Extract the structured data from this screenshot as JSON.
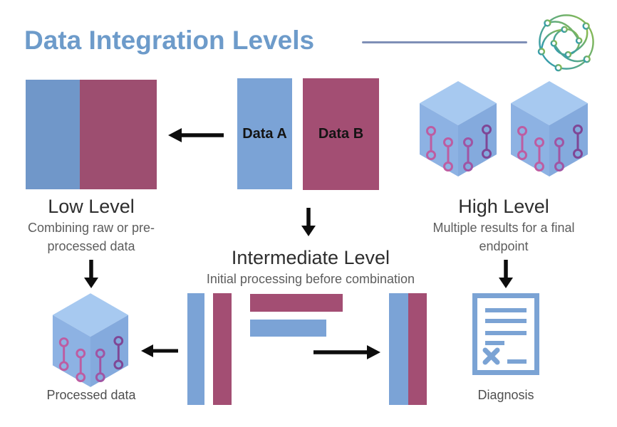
{
  "header": {
    "title": "Data Integration Levels"
  },
  "source_blocks": {
    "data_a": "Data A",
    "data_b": "Data B"
  },
  "levels": {
    "low": {
      "title": "Low Level",
      "description": "Combining raw or pre-processed data"
    },
    "intermediate": {
      "title": "Intermediate Level",
      "description": "Initial processing before combination"
    },
    "high": {
      "title": "High Level",
      "description": "Multiple results for a final endpoint"
    }
  },
  "outputs": {
    "processed": "Processed data",
    "diagnosis": "Diagnosis"
  },
  "icons": {
    "logo": "network-circle-icon",
    "cubes": "data-cube-icon",
    "document": "diagnosis-report-icon",
    "arrows": "flow-arrow-icon"
  },
  "colors": {
    "title_blue": "#6d9bca",
    "divider": "#7e8fb6",
    "blue": "#7ba3d6",
    "maroon": "#a34e73",
    "blue2": "#7097c9",
    "maroon2": "#9d4e70",
    "cube_top": "#a7c9f0",
    "cube_left": "#8db2e3",
    "cube_right": "#84aadd",
    "pink": "#bd5da2",
    "purple_light": "#a055a3",
    "purple_dark": "#7f4796",
    "doc_blue": "#7ba3d4",
    "arrow": "#0d0d0d",
    "text_dark": "#2e2e2e",
    "text_gray": "#5d5d5d",
    "text_label": "#4f4f4f",
    "logo_teal": "#2f9ab4",
    "logo_green": "#8cbb4e"
  }
}
